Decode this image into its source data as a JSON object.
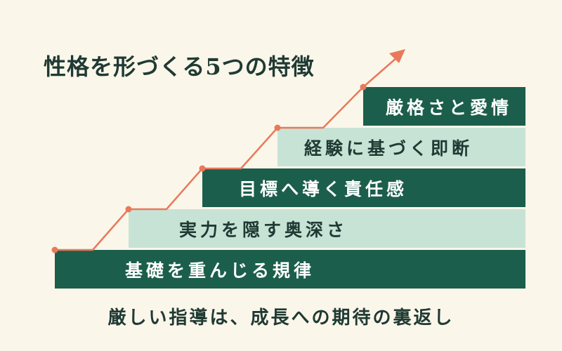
{
  "title": "性格を形づくる5つの特徴",
  "steps": [
    {
      "label": "基礎を重んじる規律"
    },
    {
      "label": "実力を隠す奥深さ"
    },
    {
      "label": "目標へ導く責任感"
    },
    {
      "label": "経験に基づく即断"
    },
    {
      "label": "厳格さと愛情"
    }
  ],
  "caption": "厳しい指導は、成長への期待の裏返し",
  "colors": {
    "background": "#fbf6ea",
    "dark_step": "#1b5e4b",
    "light_step": "#c7e3d6",
    "arrow": "#e8795a",
    "text_dark": "#1f3a33"
  }
}
